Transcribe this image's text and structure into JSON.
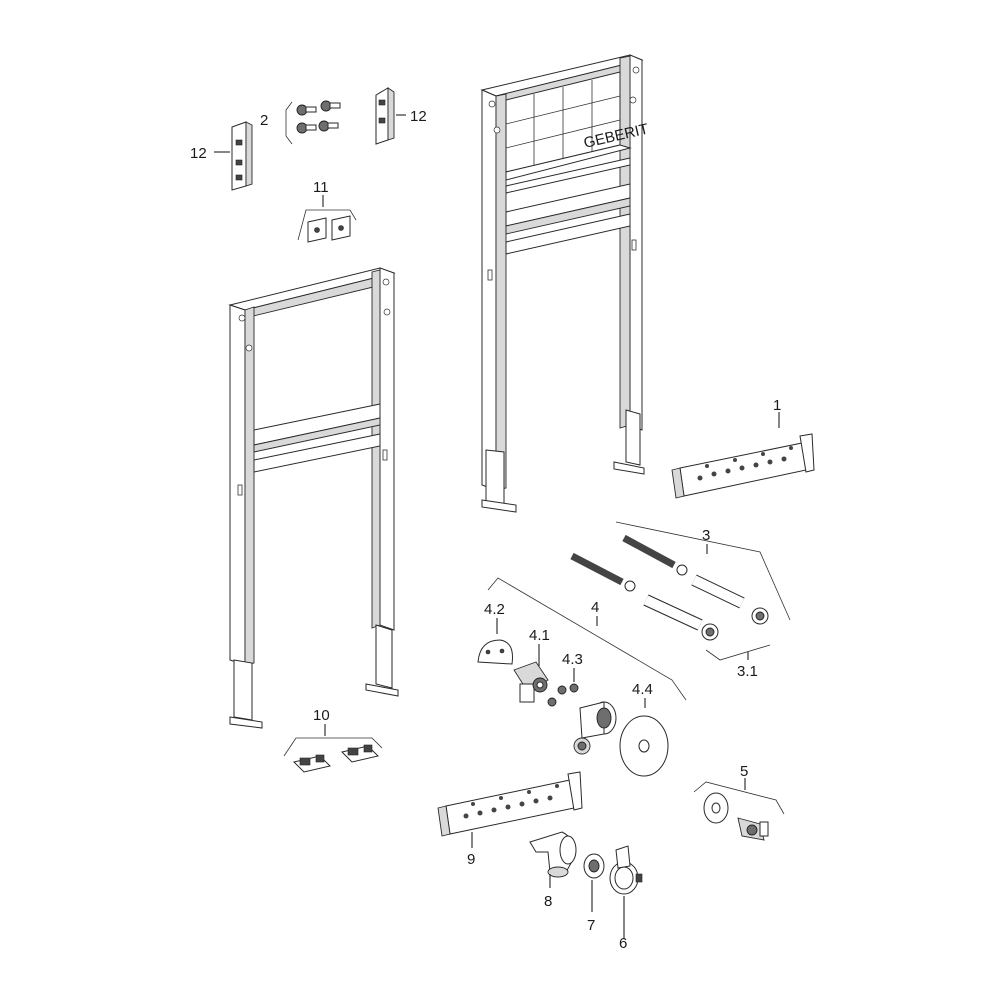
{
  "labels": {
    "l1": "1",
    "l2": "2",
    "l3": "3",
    "l3_1": "3.1",
    "l4": "4",
    "l4_1": "4.1",
    "l4_2": "4.2",
    "l4_3": "4.3",
    "l4_4": "4.4",
    "l5": "5",
    "l6": "6",
    "l7": "7",
    "l8": "8",
    "l9": "9",
    "l10": "10",
    "l11": "11",
    "l12a": "12",
    "l12b": "12"
  },
  "logo_text": "GEBERIT"
}
